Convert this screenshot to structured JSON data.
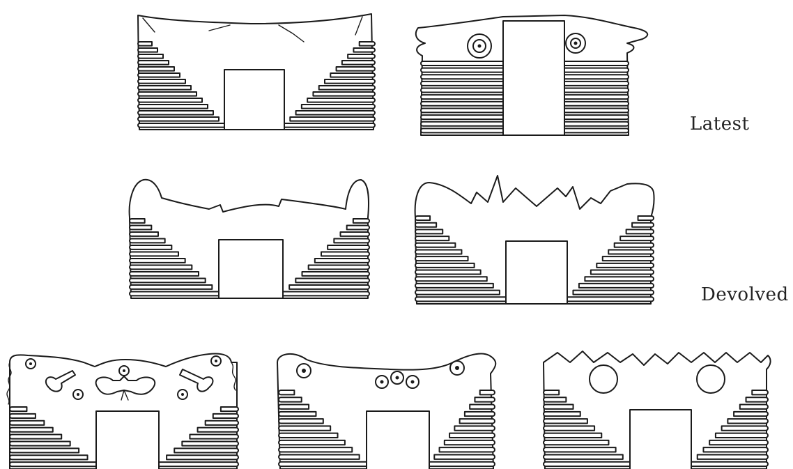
{
  "figure": {
    "ink_color": "#1a1a1a",
    "background": "#ffffff"
  },
  "rows": [
    {
      "label": "Latest",
      "motif_count": 2
    },
    {
      "label": "Devolved",
      "motif_count": 2
    },
    {
      "label": "",
      "motif_count": 3
    }
  ]
}
